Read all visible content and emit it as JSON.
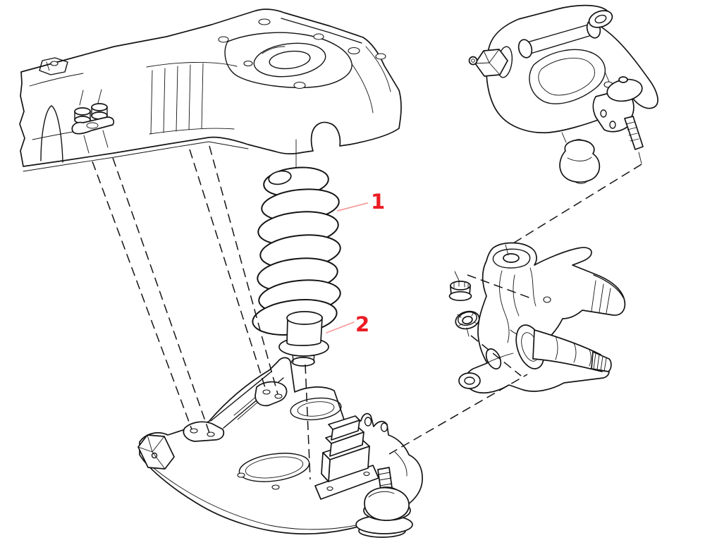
{
  "figure": {
    "kind": "exploded-parts-diagram",
    "subject": "front-suspension-assembly",
    "background": "#ffffff",
    "line_color": "#141414",
    "callout_color": "#ec1c24",
    "leader_color": "#f59a9a"
  },
  "callouts": [
    {
      "label": "1",
      "part": "coil-spring"
    },
    {
      "label": "2",
      "part": "coil-spring-insulator"
    }
  ],
  "parts": [
    "frame-crossmember",
    "frame-mount-nuts",
    "frame-mount-retainer",
    "coil-spring",
    "coil-spring-insulator",
    "lower-control-arm",
    "lower-arm-pivot-bolt",
    "lower-arm-bump-stop",
    "lower-ball-joint",
    "upper-control-arm",
    "upper-arm-pivot-nut",
    "upper-ball-joint",
    "upper-bump-stop",
    "steering-knuckle",
    "wheel-spindle",
    "castle-nut-upper",
    "castle-nut-lower",
    "assembly-alignment-lines"
  ]
}
